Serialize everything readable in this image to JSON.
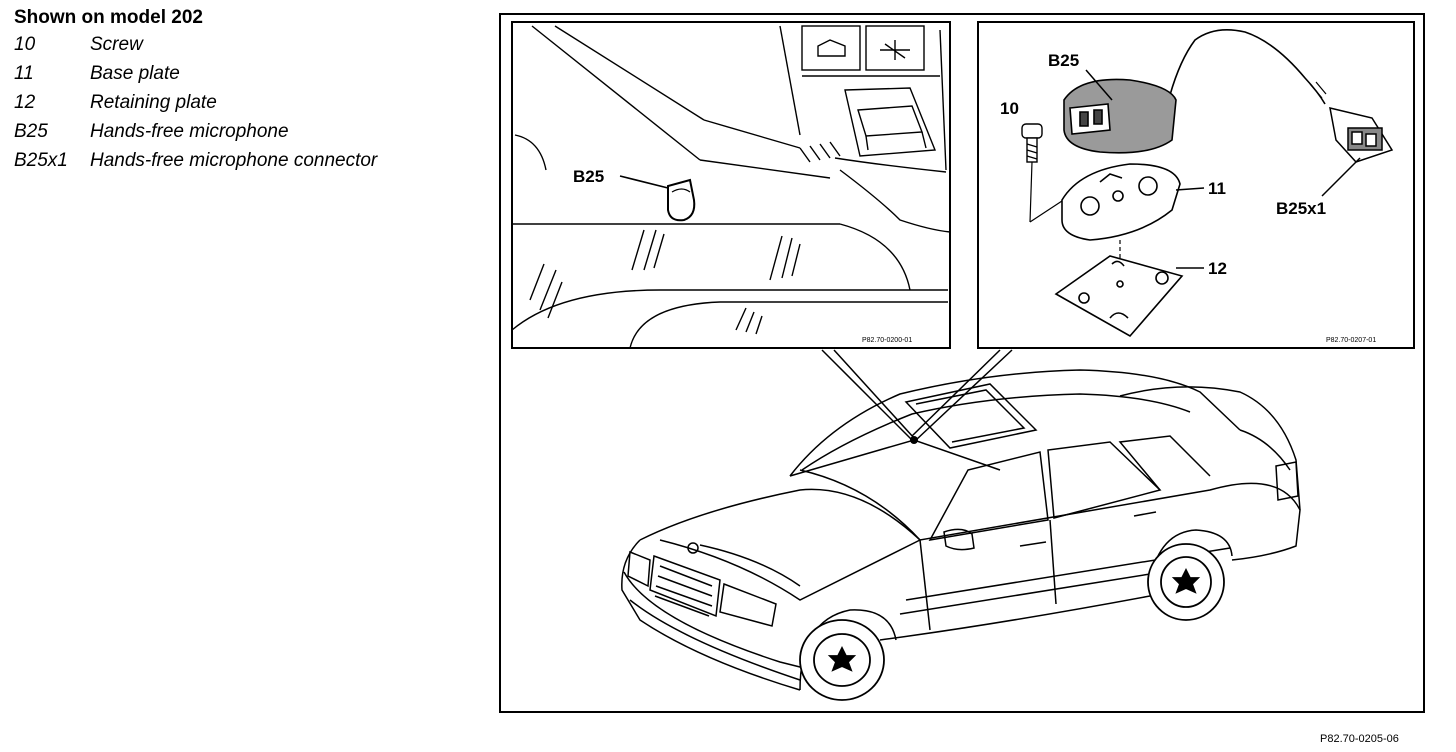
{
  "legend": {
    "title": "Shown on model 202",
    "items": [
      {
        "code": "10",
        "text": "Screw"
      },
      {
        "code": "11",
        "text": "Base plate"
      },
      {
        "code": "12",
        "text": "Retaining plate"
      },
      {
        "code": "B25",
        "text": "Hands-free microphone"
      },
      {
        "code": "B25x1",
        "text": "Hands-free microphone connector"
      }
    ]
  },
  "inset_left": {
    "label_b25": "B25",
    "ref": "P82.70-0200-01"
  },
  "inset_right": {
    "label_b25": "B25",
    "label_10": "10",
    "label_11": "11",
    "label_12": "12",
    "label_b25x1": "B25x1",
    "ref": "P82.70-0207-01"
  },
  "figure_ref": "P82.70-0205-06"
}
